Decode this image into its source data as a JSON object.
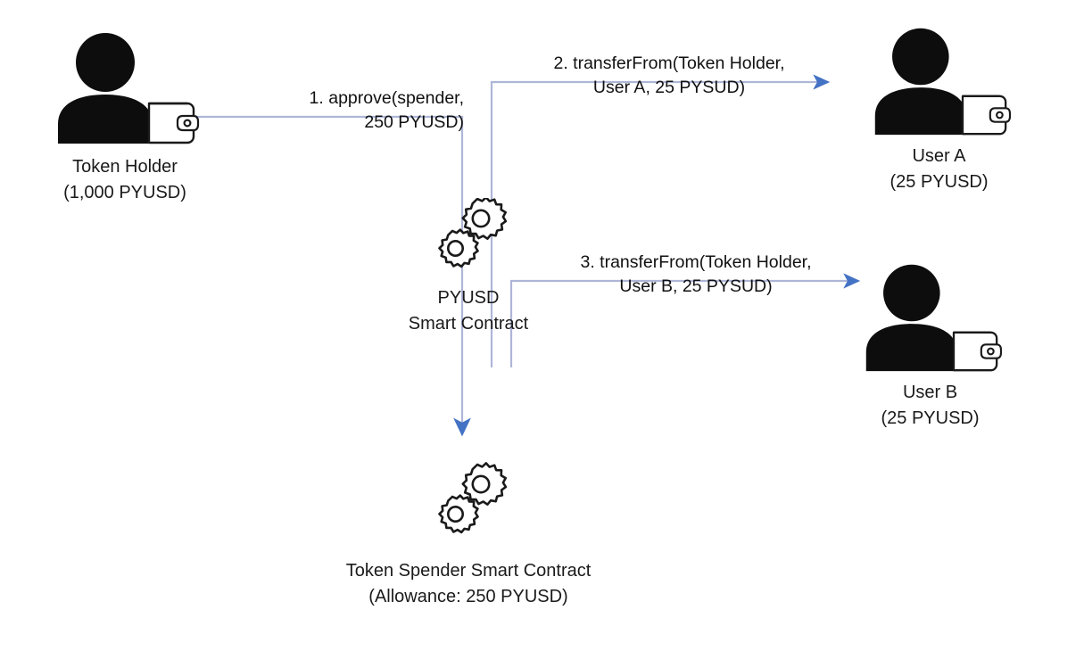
{
  "diagram": {
    "title": "PYUSD approve and transferFrom flow",
    "background": "#ffffff",
    "colors": {
      "connector": "#aeb6d8",
      "arrowhead": "#4472c4",
      "icon_fill": "#0d0d0d",
      "icon_stroke": "#1a1a1a",
      "text": "#1a1a1a"
    }
  },
  "nodes": {
    "token_holder": {
      "icon": "person-with-wallet-icon",
      "label_line1": "Token Holder",
      "label_line2": "(1,000 PYUSD)"
    },
    "user_a": {
      "icon": "person-with-wallet-icon",
      "label_line1": "User A",
      "label_line2": "(25 PYUSD)"
    },
    "user_b": {
      "icon": "person-with-wallet-icon",
      "label_line1": "User B",
      "label_line2": "(25 PYUSD)"
    },
    "pyusd_contract": {
      "icon": "gears-icon",
      "label_line1": "PYUSD",
      "label_line2": "Smart Contract"
    },
    "spender_contract": {
      "icon": "gears-icon",
      "label_line1": "Token Spender Smart Contract",
      "label_line2": "(Allowance: 250 PYUSD)"
    }
  },
  "edges": {
    "step1": {
      "step": "1",
      "label_line1": "1. approve(spender,",
      "label_line2": "250 PYUSD)",
      "from": "token_holder",
      "to": "spender_contract"
    },
    "step2": {
      "step": "2",
      "label_line1": "2. transferFrom(Token Holder,",
      "label_line2": "User A,  25 PYSUD)",
      "from": "pyusd_contract",
      "to": "user_a"
    },
    "step3": {
      "step": "3",
      "label_line1": "3. transferFrom(Token Holder,",
      "label_line2": "User B,  25 PYSUD)",
      "from": "pyusd_contract",
      "to": "user_b"
    }
  }
}
